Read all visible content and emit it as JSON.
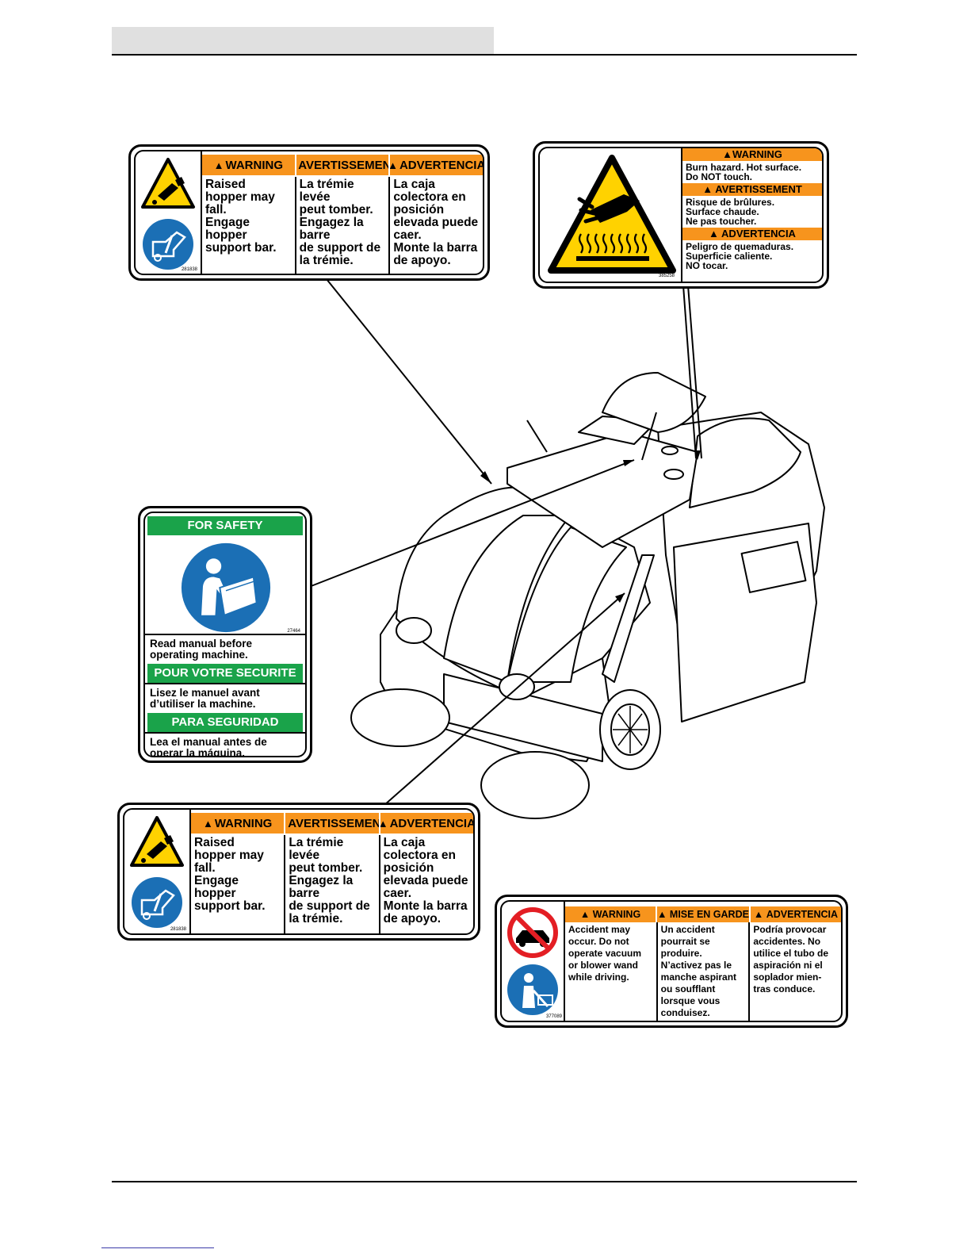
{
  "hopper_label_top": {
    "headers": [
      "WARNING",
      "AVERTISSEMENT",
      "ADVERTENCIA"
    ],
    "texts": [
      "Raised\nhopper may\nfall.\nEngage\nhopper\nsupport bar.",
      "La trémie levée\npeut tomber.\nEngagez la barre\nde support de\nla trémie.",
      "La caja\ncolectora en\nposición\nelevada puede\ncaer.\nMonte la barra\nde apoyo."
    ],
    "code": "281838"
  },
  "burn_label": {
    "sections": [
      {
        "header": "WARNING",
        "text": "Burn hazard. Hot surface.\nDo NOT touch."
      },
      {
        "header": "AVERTISSEMENT",
        "text": "Risque de brûlures.\nSurface chaude.\nNe pas toucher."
      },
      {
        "header": "ADVERTENCIA",
        "text": "Peligro de quemaduras.\nSuperficie caliente.\nNO tocar."
      }
    ],
    "code": "385258"
  },
  "safety_label": {
    "sections": [
      {
        "header": "FOR SAFETY",
        "text": "Read manual before\noperating machine."
      },
      {
        "header": "POUR VOTRE SECURITE",
        "text": "Lisez le manuel avant\nd’utiliser la machine."
      },
      {
        "header": "PARA SEGURIDAD",
        "text": "Lea el manual antes de\noperar la máquina."
      }
    ],
    "code": "27464"
  },
  "hopper_label_bottom": {
    "headers": [
      "WARNING",
      "AVERTISSEMENT",
      "ADVERTENCIA"
    ],
    "texts": [
      "Raised\nhopper may\nfall.\nEngage\nhopper\nsupport bar.",
      "La trémie levée\npeut tomber.\nEngagez la barre\nde support de\nla trémie.",
      "La caja\ncolectora en\nposición\nelevada puede\ncaer.\nMonte la barra\nde apoyo."
    ],
    "code": "281838"
  },
  "vacuum_label": {
    "headers": [
      "WARNING",
      "MISE EN GARDE",
      "ADVERTENCIA"
    ],
    "texts": [
      "Accident may\noccur. Do not\noperate vacuum\nor blower wand\nwhile driving.",
      "Un accident\npourrait se\nproduire.\nN’activez pas le\nmanche aspirant\nou soufflant\nlorsque vous\nconduisez.",
      "Podría provocar\naccidentes. No\nutilice el tubo de\naspiración ni el\nsoplador mien-\ntras conduce."
    ],
    "code": "377089"
  },
  "colors": {
    "warning_orange": "#f7941d",
    "safety_green": "#1aa34a",
    "mandatory_blue": "#1b6fb5",
    "hazard_yellow": "#ffd200",
    "prohibition_red": "#e31e24"
  }
}
